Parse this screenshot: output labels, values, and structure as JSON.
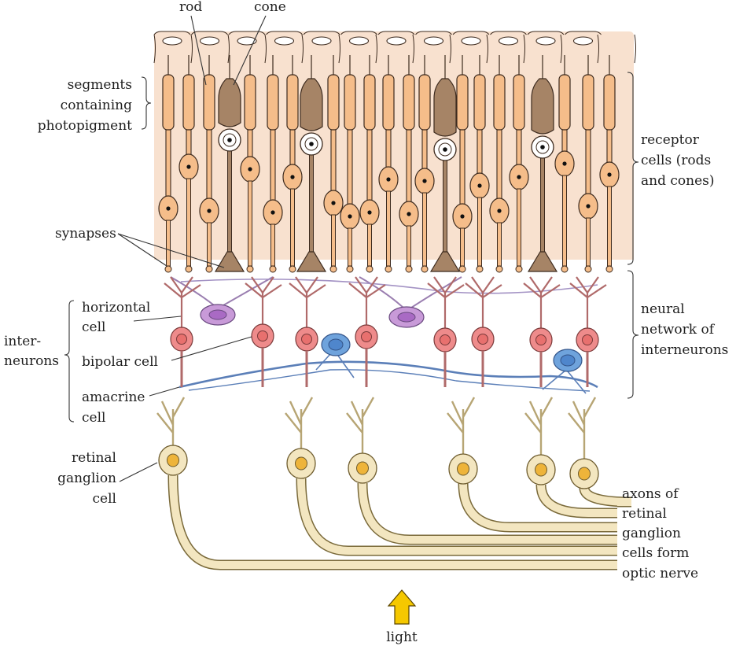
{
  "labels": {
    "rod": "rod",
    "cone": "cone",
    "segments": [
      "segments",
      "containing",
      "photopigment"
    ],
    "receptor": [
      "receptor",
      "cells (rods",
      "and cones)"
    ],
    "synapses": "synapses",
    "horizontal": [
      "horizontal",
      "cell"
    ],
    "interneurons": [
      "inter-",
      "neurons"
    ],
    "bipolar": "bipolar cell",
    "amacrine": [
      "amacrine",
      "cell"
    ],
    "neural": [
      "neural",
      "network of",
      "interneurons"
    ],
    "ganglion": [
      "retinal",
      "ganglion",
      "cell"
    ],
    "axons": [
      "axons of",
      "retinal",
      "ganglion",
      "cells form",
      "optic nerve"
    ],
    "light": "light"
  },
  "colors": {
    "receptor_fill": "#f5bd8a",
    "receptor_stroke": "#3c2a1e",
    "cone_fill": "#a68466",
    "tissue_fill": "#f8e1cf",
    "bipolar_fill": "#ee8b8b",
    "bipolar_nucleus": "#e8706e",
    "horizontal_fill": "#c89ad8",
    "amacrine_fill": "#6fa3dc",
    "amacrine_line": "#5b7fb8",
    "ganglion_fill": "#f3e6c0",
    "ganglion_nucleus": "#eeb43a",
    "arrow_fill": "#f5c800",
    "line": "#222222"
  },
  "icons": {
    "light_arrow": "up-arrow-icon"
  }
}
